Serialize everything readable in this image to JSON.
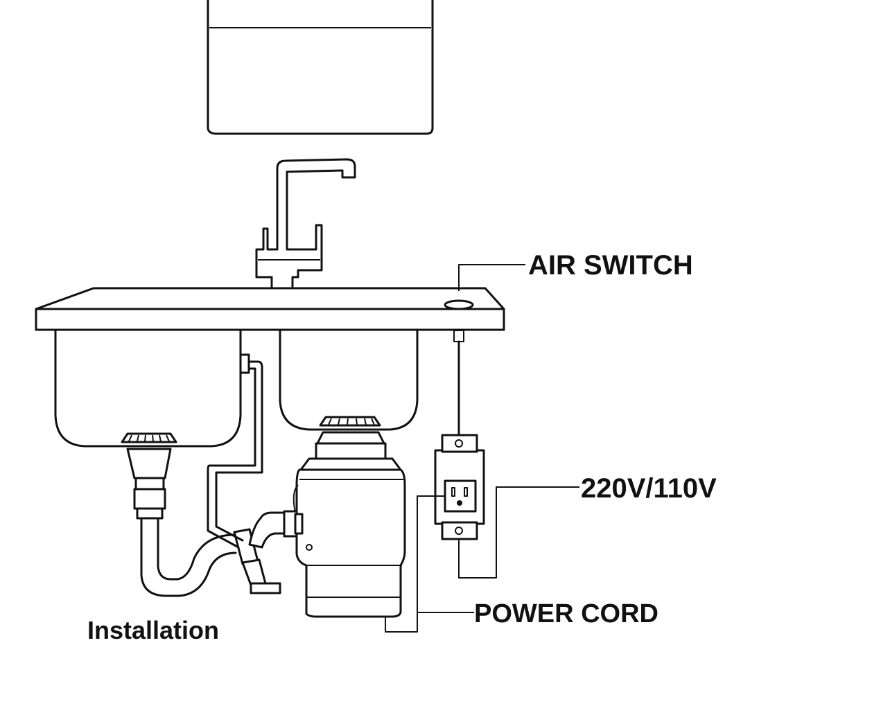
{
  "labels": {
    "air_switch": "AIR SWITCH",
    "voltage": "220V/110V",
    "power_cord": "POWER CORD",
    "installation": "Installation"
  },
  "colors": {
    "line": "#111111",
    "background": "#ffffff"
  }
}
